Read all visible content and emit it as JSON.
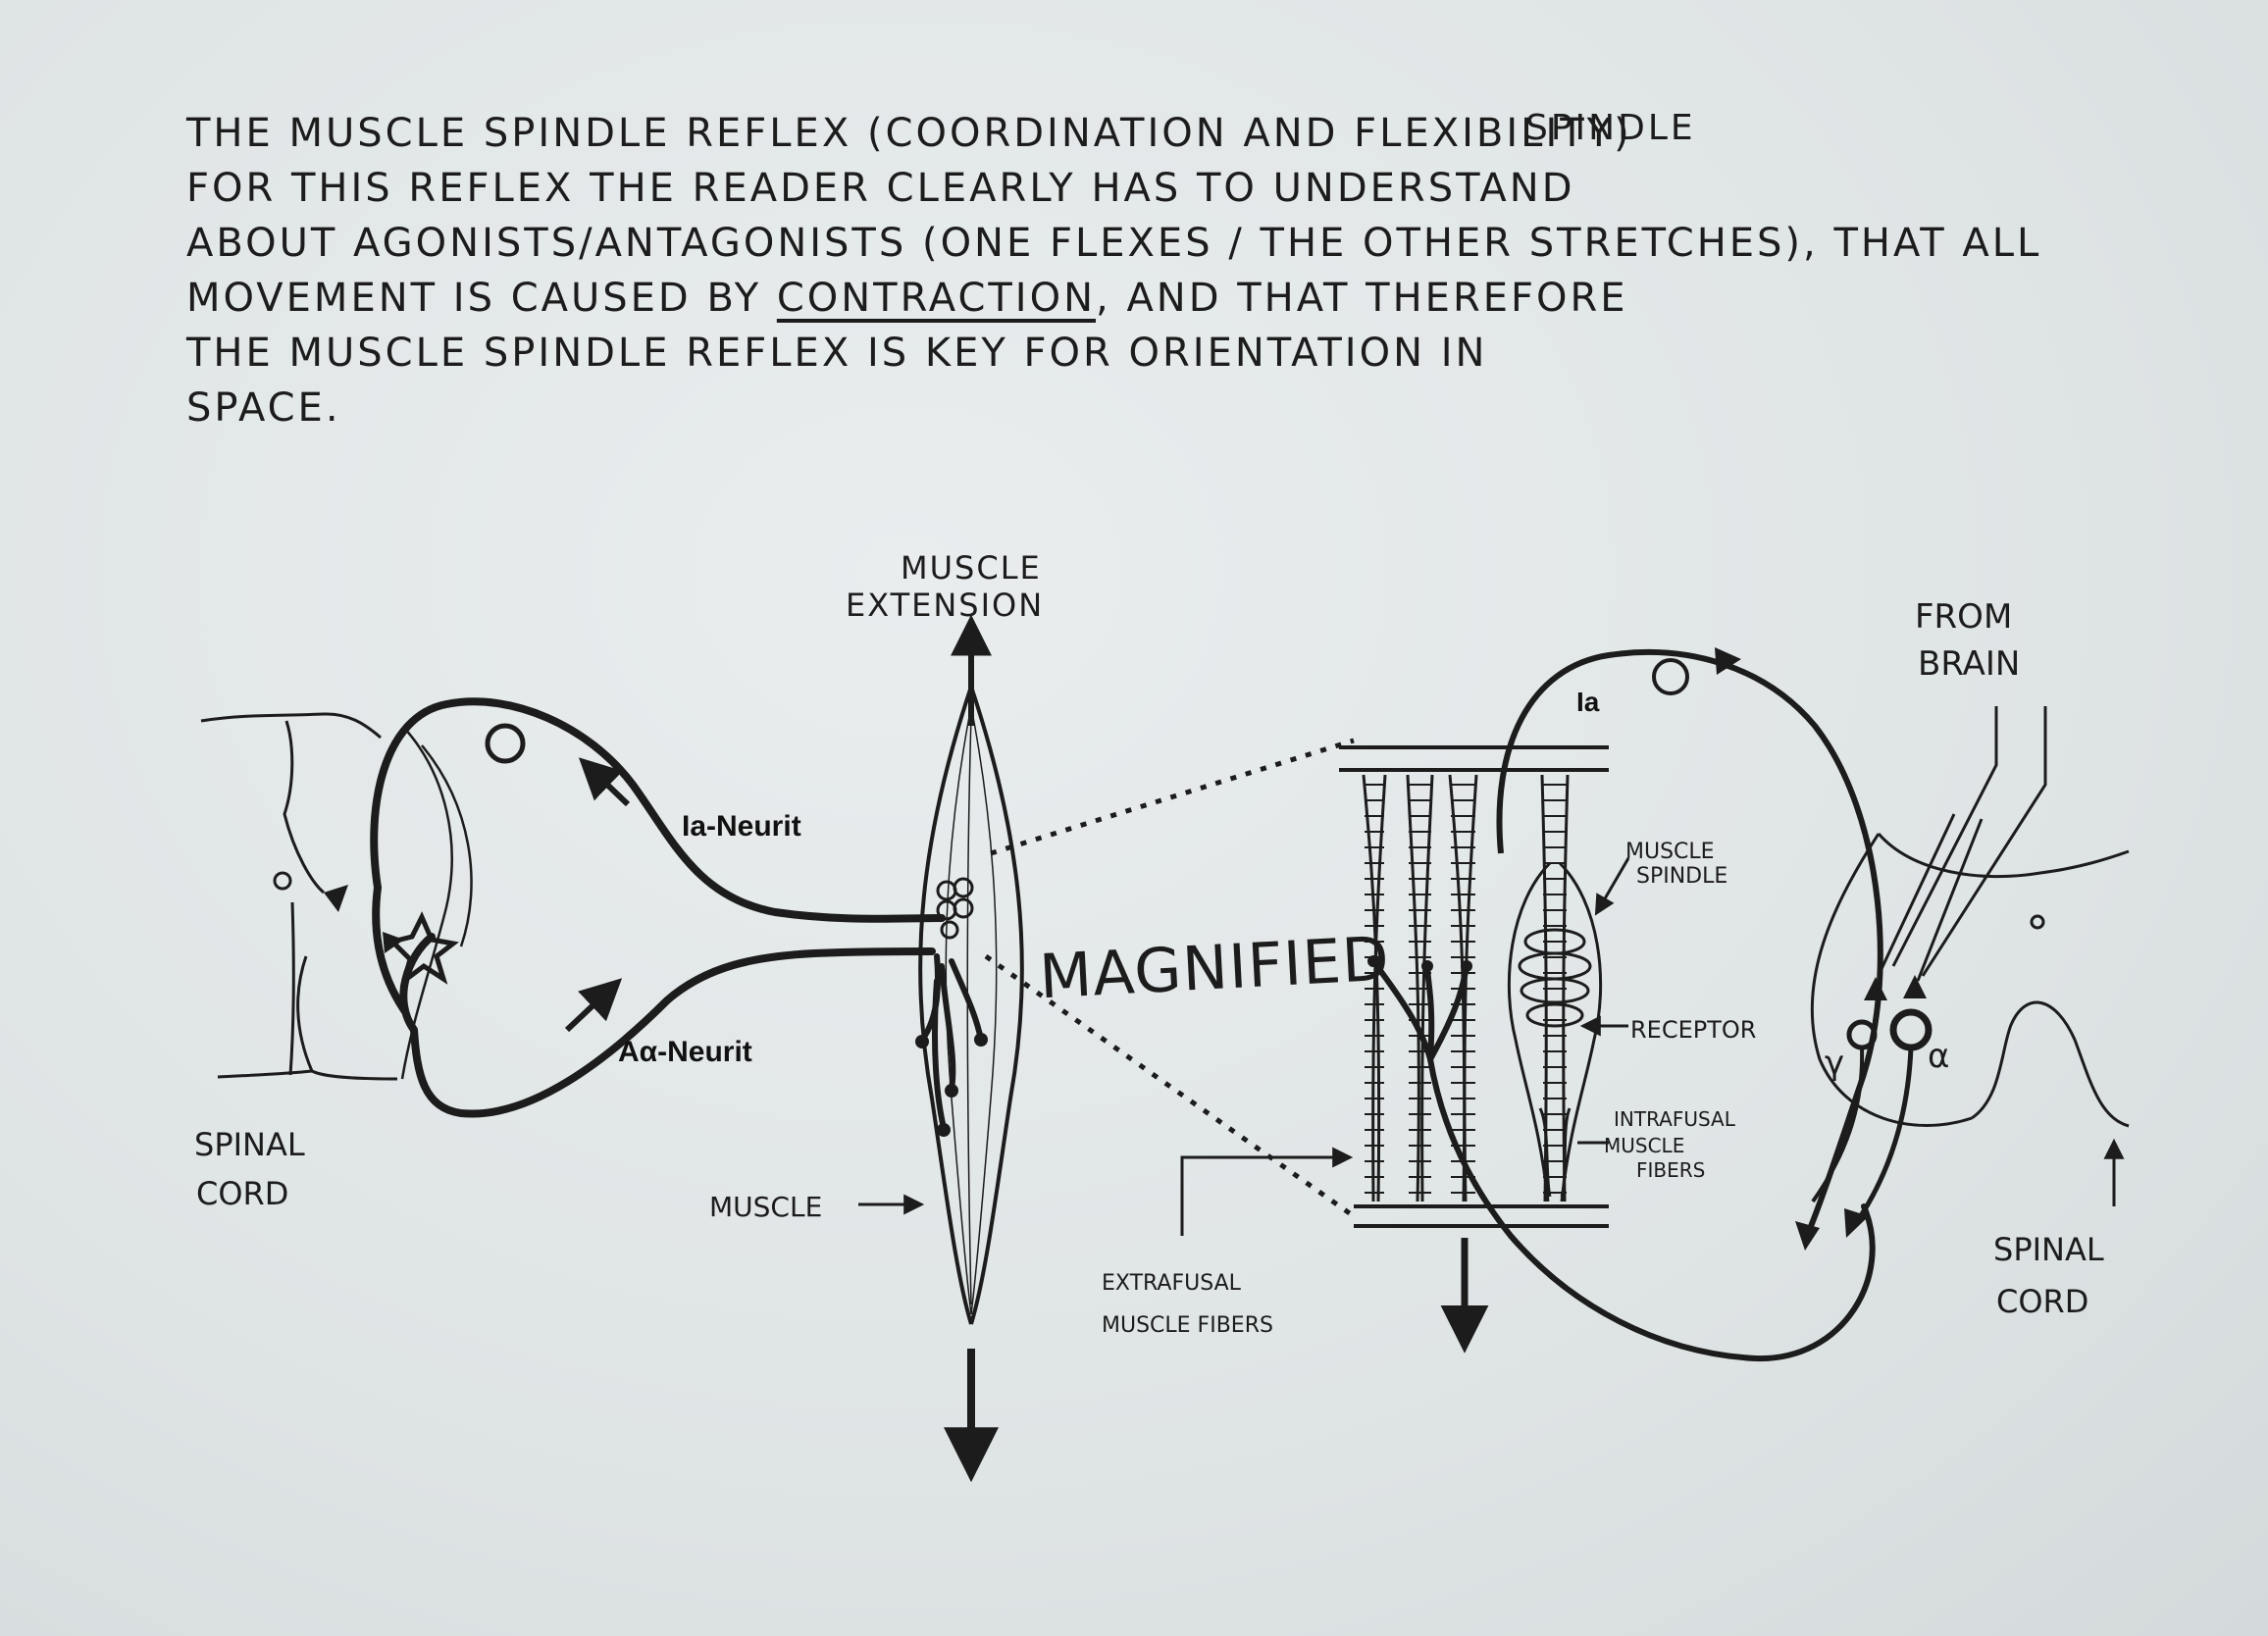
{
  "note": {
    "annotation": "SPINDLE",
    "lines": [
      "THE MUSCLE SPINDLE REFLEX (COORDINATION AND FLEXIBILITY)",
      "FOR THIS REFLEX THE READER CLEARLY HAS TO UNDERSTAND",
      "ABOUT AGONISTS/ANTAGONISTS (ONE FLEXES / THE OTHER STRETCHES), THAT ALL"
    ],
    "line4_before": "MOVEMENT IS CAUSED BY",
    "line4_underlined": "CONTRACTION",
    "line4_after": ", AND THAT THEREFORE",
    "line5": "THE MUSCLE SPINDLE REFLEX IS KEY FOR ORIENTATION IN",
    "line6": "SPACE."
  },
  "labels": {
    "muscle_extension_1": "MUSCLE",
    "muscle_extension_2": "EXTENSION",
    "ia_neurit": "Ia-Neurit",
    "aa_neurit": "Aα-Neurit",
    "spinal_cord_left_1": "SPINAL",
    "spinal_cord_left_2": "CORD",
    "muscle": "MUSCLE",
    "magnified": "MAGNIFIED",
    "ia": "Ia",
    "from_brain_1": "FROM",
    "from_brain_2": "BRAIN",
    "muscle_spindle_1": "MUSCLE",
    "muscle_spindle_2": "SPINDLE",
    "receptor": "RECEPTOR",
    "intrafusal_1": "INTRAFUSAL",
    "intrafusal_2": "MUSCLE",
    "intrafusal_3": "FIBERS",
    "gamma": "γ",
    "alpha": "α",
    "extrafusal_1": "EXTRAFUSAL",
    "extrafusal_2": "MUSCLE FIBERS",
    "spinal_cord_right_1": "SPINAL",
    "spinal_cord_right_2": "CORD"
  },
  "colors": {
    "ink": "#1c1c1c",
    "paper": "#e4e8e9"
  }
}
